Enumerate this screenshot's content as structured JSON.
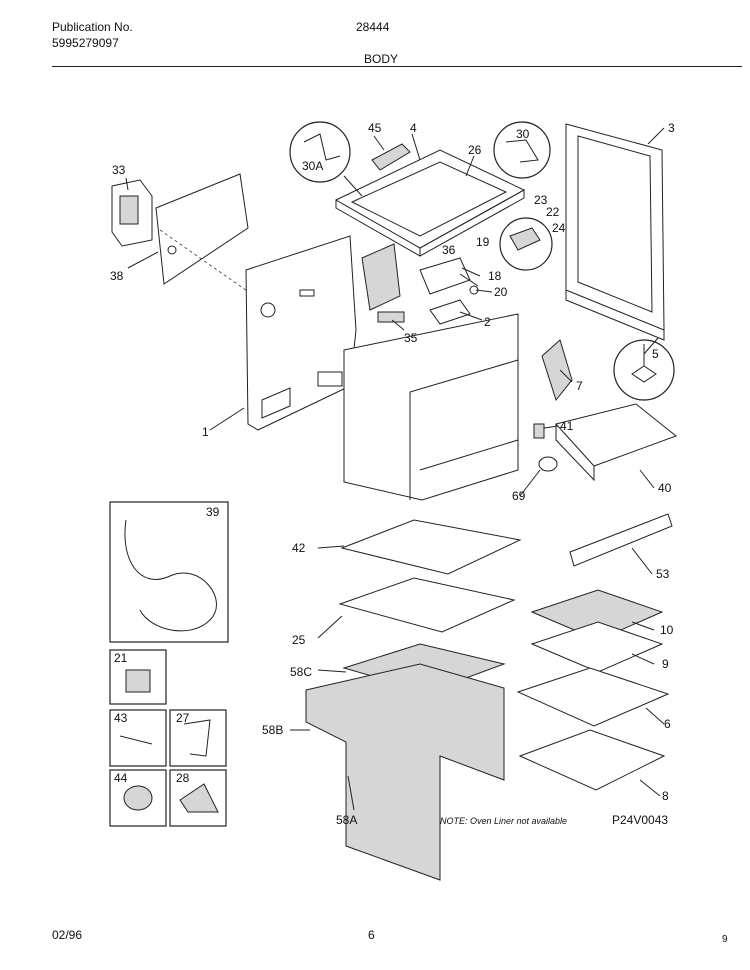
{
  "header": {
    "publication_label": "Publication No.",
    "publication_number": "5995279097",
    "model": "28444",
    "section": "BODY"
  },
  "footer": {
    "date": "02/96",
    "page": "6",
    "corner_mark": "9"
  },
  "diagram": {
    "note": "NOTE: Oven Liner not available",
    "figure_id": "P24V0043",
    "callouts": [
      "1",
      "2",
      "3",
      "4",
      "5",
      "6",
      "7",
      "8",
      "9",
      "10",
      "18",
      "19",
      "20",
      "21",
      "22",
      "23",
      "24",
      "25",
      "26",
      "27",
      "28",
      "30",
      "30A",
      "33",
      "35",
      "36",
      "38",
      "39",
      "40",
      "41",
      "42",
      "43",
      "44",
      "45",
      "53",
      "58A",
      "58B",
      "58C",
      "69"
    ]
  }
}
